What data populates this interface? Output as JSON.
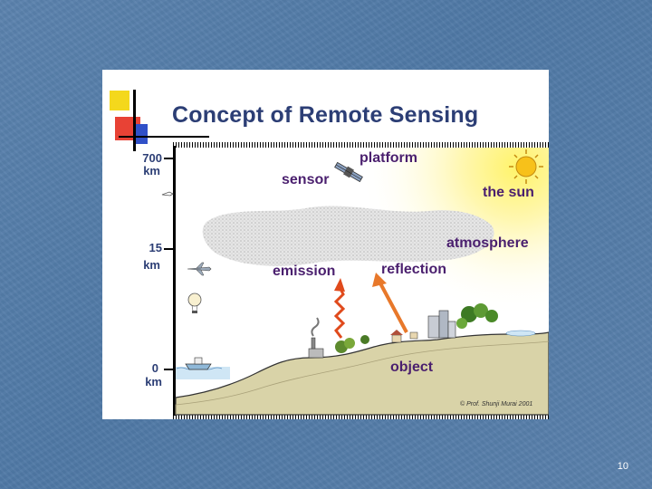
{
  "figure": {
    "title": "Concept of Remote Sensing",
    "altitudes": [
      {
        "value": "700",
        "unit": "km"
      },
      {
        "value": "15",
        "unit": "km"
      },
      {
        "value": "0",
        "unit": "km"
      }
    ],
    "labels": {
      "platform": "platform",
      "sensor": "sensor",
      "sun": "the sun",
      "atmosphere": "atmosphere",
      "emission": "emission",
      "reflection": "reflection",
      "object": "object"
    },
    "copyright": "© Prof. Shunji Murai 2001"
  },
  "slide": {
    "page_number": "10"
  },
  "colors": {
    "background": "#5b82ad",
    "title": "#2c3e75",
    "labels": "#4a1f6e",
    "emission_arrow": "#e04a1c",
    "reflection_arrow": "#e8782a"
  }
}
